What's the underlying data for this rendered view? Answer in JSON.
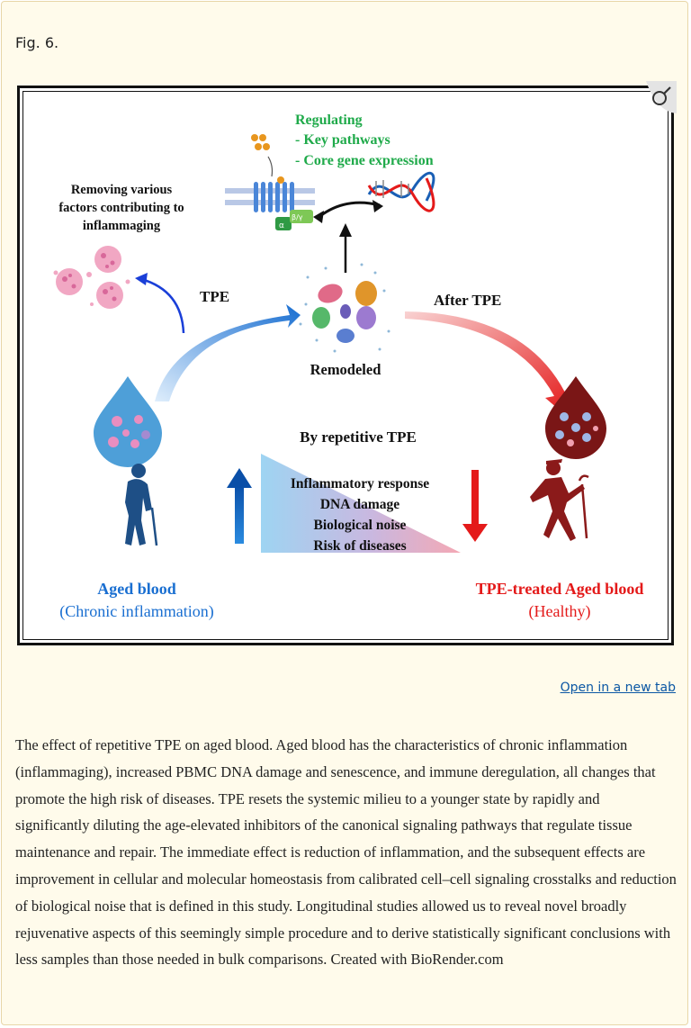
{
  "figure": {
    "label": "Fig. 6.",
    "open_link": "Open in a new tab",
    "diagram": {
      "regulating_title": "Regulating",
      "regulating_items": [
        "- Key pathways",
        "- Core gene expression"
      ],
      "removing_lines": [
        "Removing various",
        "factors contributing to",
        "inflammaging"
      ],
      "tpe_label": "TPE",
      "after_tpe_label": "After TPE",
      "remodeled_label": "Remodeled",
      "alpha": "α",
      "beta_gamma": "β/γ",
      "repetitive_title": "By repetitive TPE",
      "effects": [
        "Inflammatory response",
        "DNA damage",
        "Biological noise",
        "Risk of diseases"
      ],
      "aged_title": "Aged blood",
      "aged_subtitle": "(Chronic inflammation)",
      "treated_title": "TPE-treated Aged blood",
      "treated_subtitle": "(Healthy)"
    },
    "caption": "The effect of repetitive TPE on aged blood. Aged blood has the characteristics of chronic inflammation (inflammaging), increased PBMC DNA damage and senescence, and immune deregulation, all changes that promote the high risk of diseases. TPE resets the systemic milieu to a younger state by rapidly and significantly diluting the age-elevated inhibitors of the canonical signaling pathways that regulate tissue maintenance and repair. The immediate effect is reduction of inflammation, and the subsequent effects are improvement in cellular and molecular homeostasis from calibrated cell–cell signaling crosstalks and reduction of biological noise that is defined in this study. Longitudinal studies allowed us to reveal novel broadly rejuvenative aspects of this seemingly simple procedure and to derive statistically significant conclusions with less samples than those needed in bulk comparisons. Created with BioRender.com"
  },
  "colors": {
    "green": "#1faa4a",
    "blue": "#1a6fd1",
    "red": "#e41a1a",
    "dark_red": "#8b1a1a"
  },
  "icons": [
    "magnifier-icon",
    "dna-icon",
    "receptor-icon",
    "blood-drop-icon",
    "elderly-person-icon",
    "dancing-person-icon"
  ]
}
